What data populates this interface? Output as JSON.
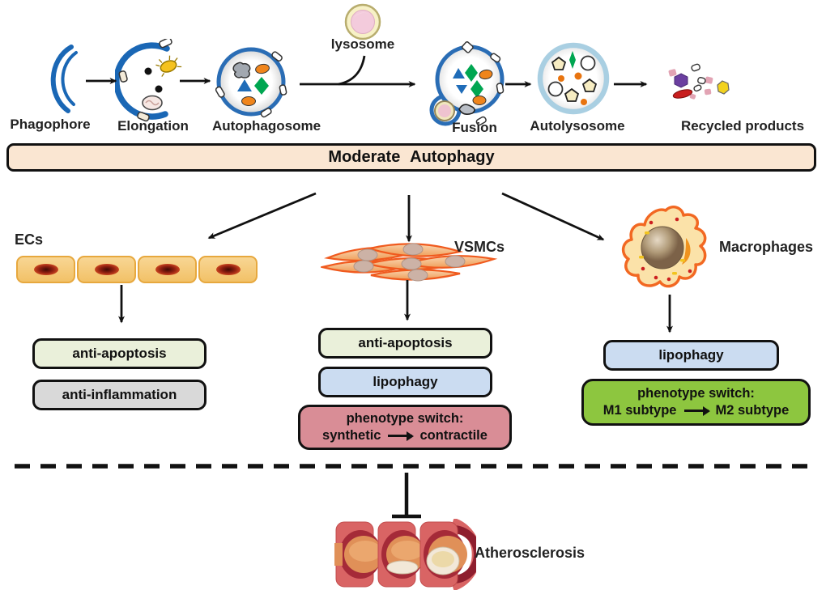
{
  "process": {
    "stage_labels": [
      "Phagophore",
      "Elongation",
      "Autophagosome",
      "Fusion",
      "Autolysosome",
      "Recycled products"
    ],
    "lysosome_label": "lysosome",
    "banner_label": "Moderate Autophagy"
  },
  "branches": {
    "ecs": {
      "label": "ECs",
      "box1": "anti-apoptosis",
      "box2": "anti-inflammation"
    },
    "vsmcs": {
      "label": "VSMCs",
      "box1": "anti-apoptosis",
      "box2": "lipophagy",
      "switch": {
        "line1": "phenotype switch:",
        "from": "synthetic",
        "to": "contractile"
      }
    },
    "macrophages": {
      "label": "Macrophages",
      "box1": "lipophagy",
      "switch": {
        "line1": "phenotype switch:",
        "from": "M1 subtype",
        "to": "M2 subtype"
      }
    }
  },
  "outcome_label": "Atherosclerosis",
  "colors": {
    "banner_bg": "#fae6d2",
    "pale_green_box": "#eaf0da",
    "gray_box": "#d9d9d9",
    "light_blue_box": "#cbdcf1",
    "rose_box": "#d98d96",
    "green_box": "#8dc63f",
    "membrane_blue": "#2a6db5",
    "autolysosome_ring": "#a9cfe2",
    "cell_orange": "#f26822",
    "ec_cell_fill": "#f5cc80",
    "arrow_black": "#111111"
  }
}
